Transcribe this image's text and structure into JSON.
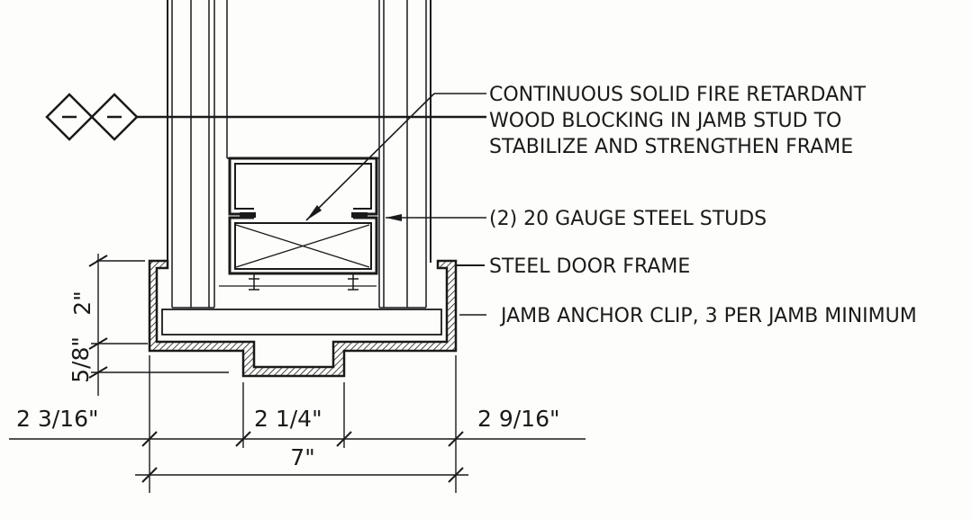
{
  "tags": [
    "-",
    "-"
  ],
  "notes": {
    "blocking_line1": "CONTINUOUS SOLID FIRE RETARDANT",
    "blocking_line2": "WOOD BLOCKING IN JAMB STUD TO",
    "blocking_line3": "STABILIZE AND STRENGTHEN FRAME",
    "studs": "(2) 20 GAUGE STEEL STUDS",
    "frame": "STEEL DOOR FRAME",
    "clip": "JAMB ANCHOR CLIP, 3 PER JAMB MINIMUM"
  },
  "dimensions": {
    "vertical_upper": "2\"",
    "vertical_lower": "5/8\"",
    "left": "2 3/16\"",
    "center": "2 1/4\"",
    "right": "2 9/16\"",
    "overall": "7\""
  }
}
